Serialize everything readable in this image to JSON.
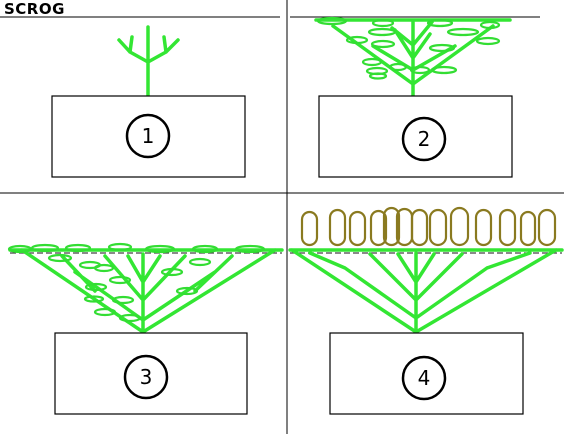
{
  "title": "SCROG",
  "steps": [
    {
      "number": "1"
    },
    {
      "number": "2"
    },
    {
      "number": "3"
    },
    {
      "number": "4"
    }
  ],
  "colors": {
    "plant_green": "#33e633",
    "bud_olive": "#8a7a20",
    "lines": "#000000"
  },
  "icons": {
    "pot": "rectangle",
    "step_badge": "circle"
  }
}
